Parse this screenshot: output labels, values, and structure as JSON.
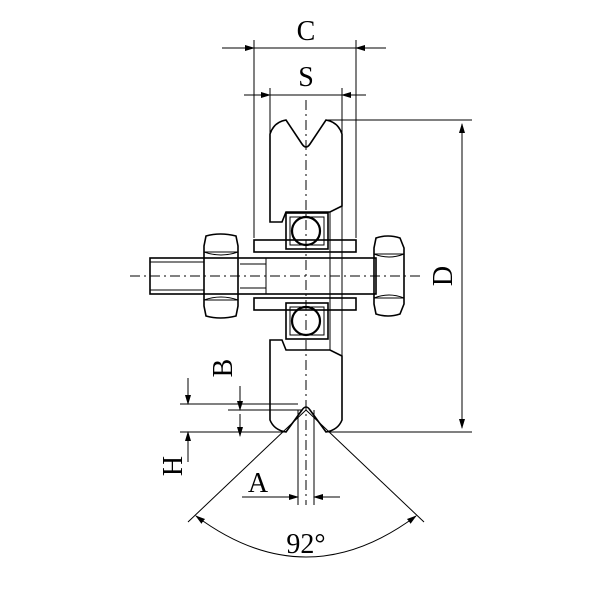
{
  "labels": {
    "c": "C",
    "s": "S",
    "d": "D",
    "b": "B",
    "h": "H",
    "a": "A",
    "angle": "92°"
  }
}
